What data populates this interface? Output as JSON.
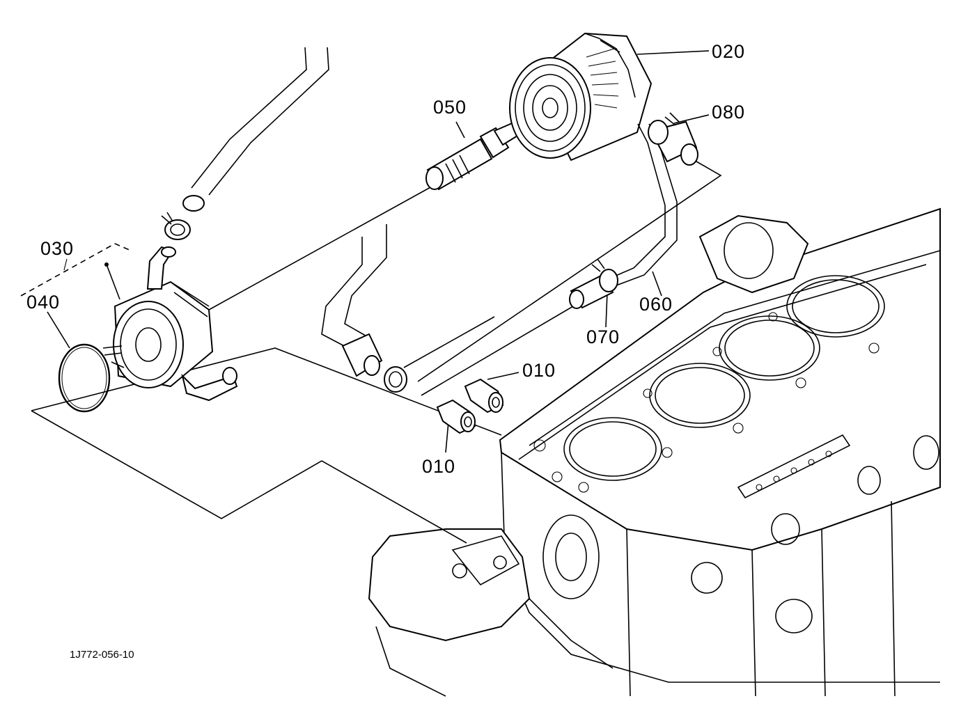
{
  "diagram": {
    "drawing_code": "1J772-056-10",
    "labels": {
      "oil_filter": "020",
      "oil_cooler": "030",
      "o_ring": "040",
      "pipe_joint": "050",
      "water_hose": "060",
      "hose_clamp_lower": "070",
      "hose_clamp_upper": "080",
      "plug_upper": "010",
      "plug_lower": "010"
    }
  }
}
